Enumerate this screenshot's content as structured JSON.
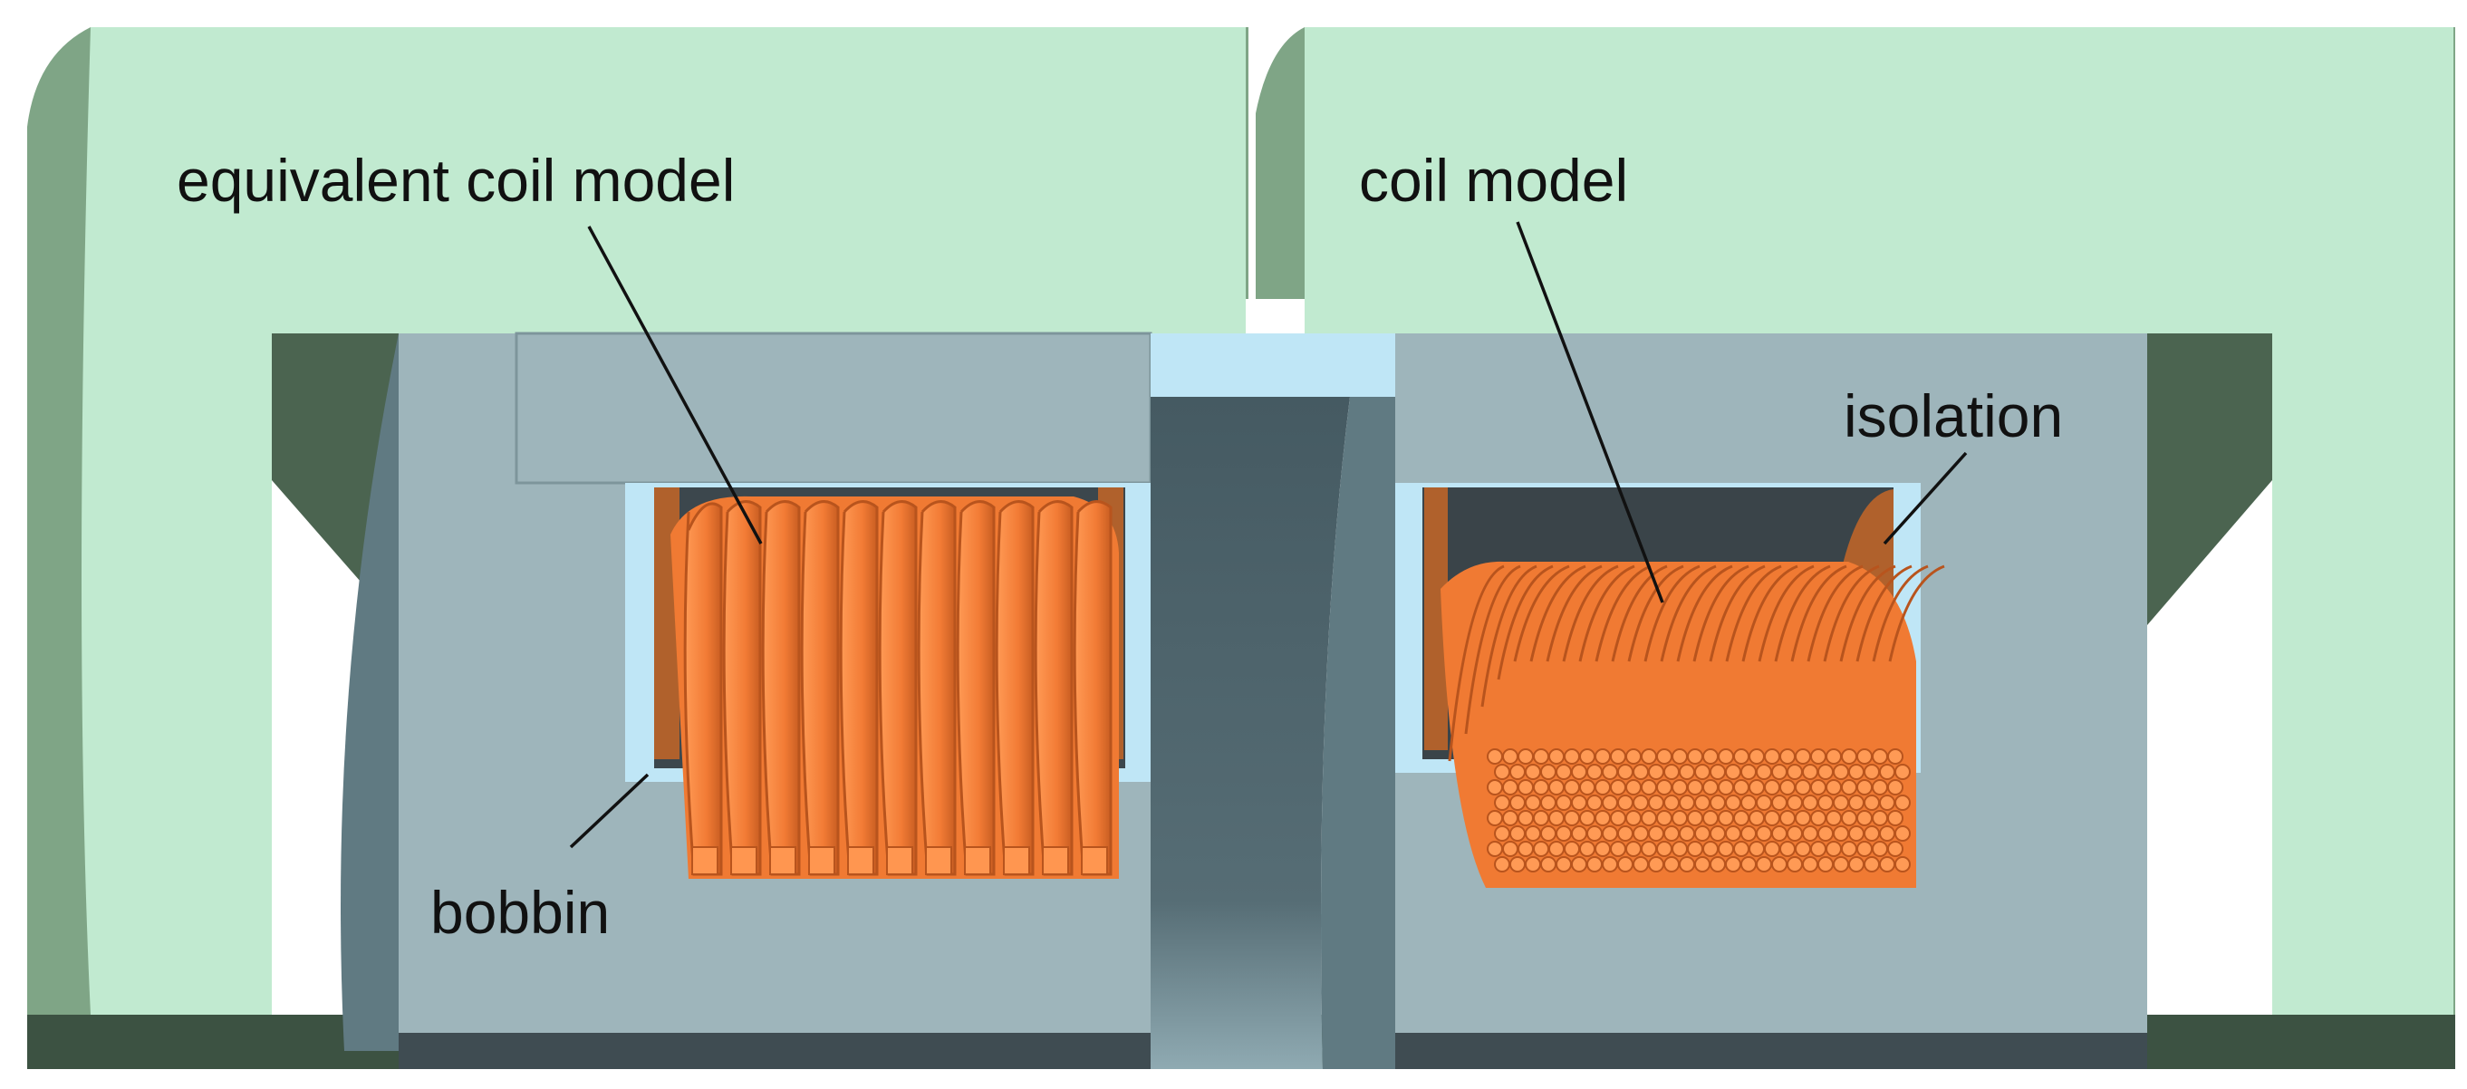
{
  "labels": {
    "equivalent_coil": "equivalent coil model",
    "coil": "coil model",
    "isolation": "isolation",
    "bobbin": "bobbin"
  },
  "colors": {
    "core_green": "#c1ead0",
    "core_green_side": "#7fa586",
    "core_green_dark": "#4b6450",
    "core_green_edge": "#3c5242",
    "coil_former": "#9eb5bb",
    "coil_former_dark": "#607a82",
    "coil_former_shadow": "#3f4c52",
    "bobbin": "#bfe6f6",
    "copper": "#f07a33",
    "copper_light": "#ff9650",
    "copper_dark": "#b8541d",
    "isolation_brown": "#b0612c"
  }
}
